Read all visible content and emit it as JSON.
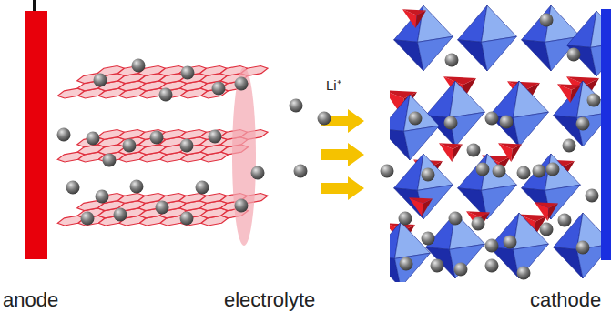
{
  "diagram": {
    "labels": [
      "Li⁺",
      "anode",
      "electrolyte",
      "cathode"
    ]
  }
}
